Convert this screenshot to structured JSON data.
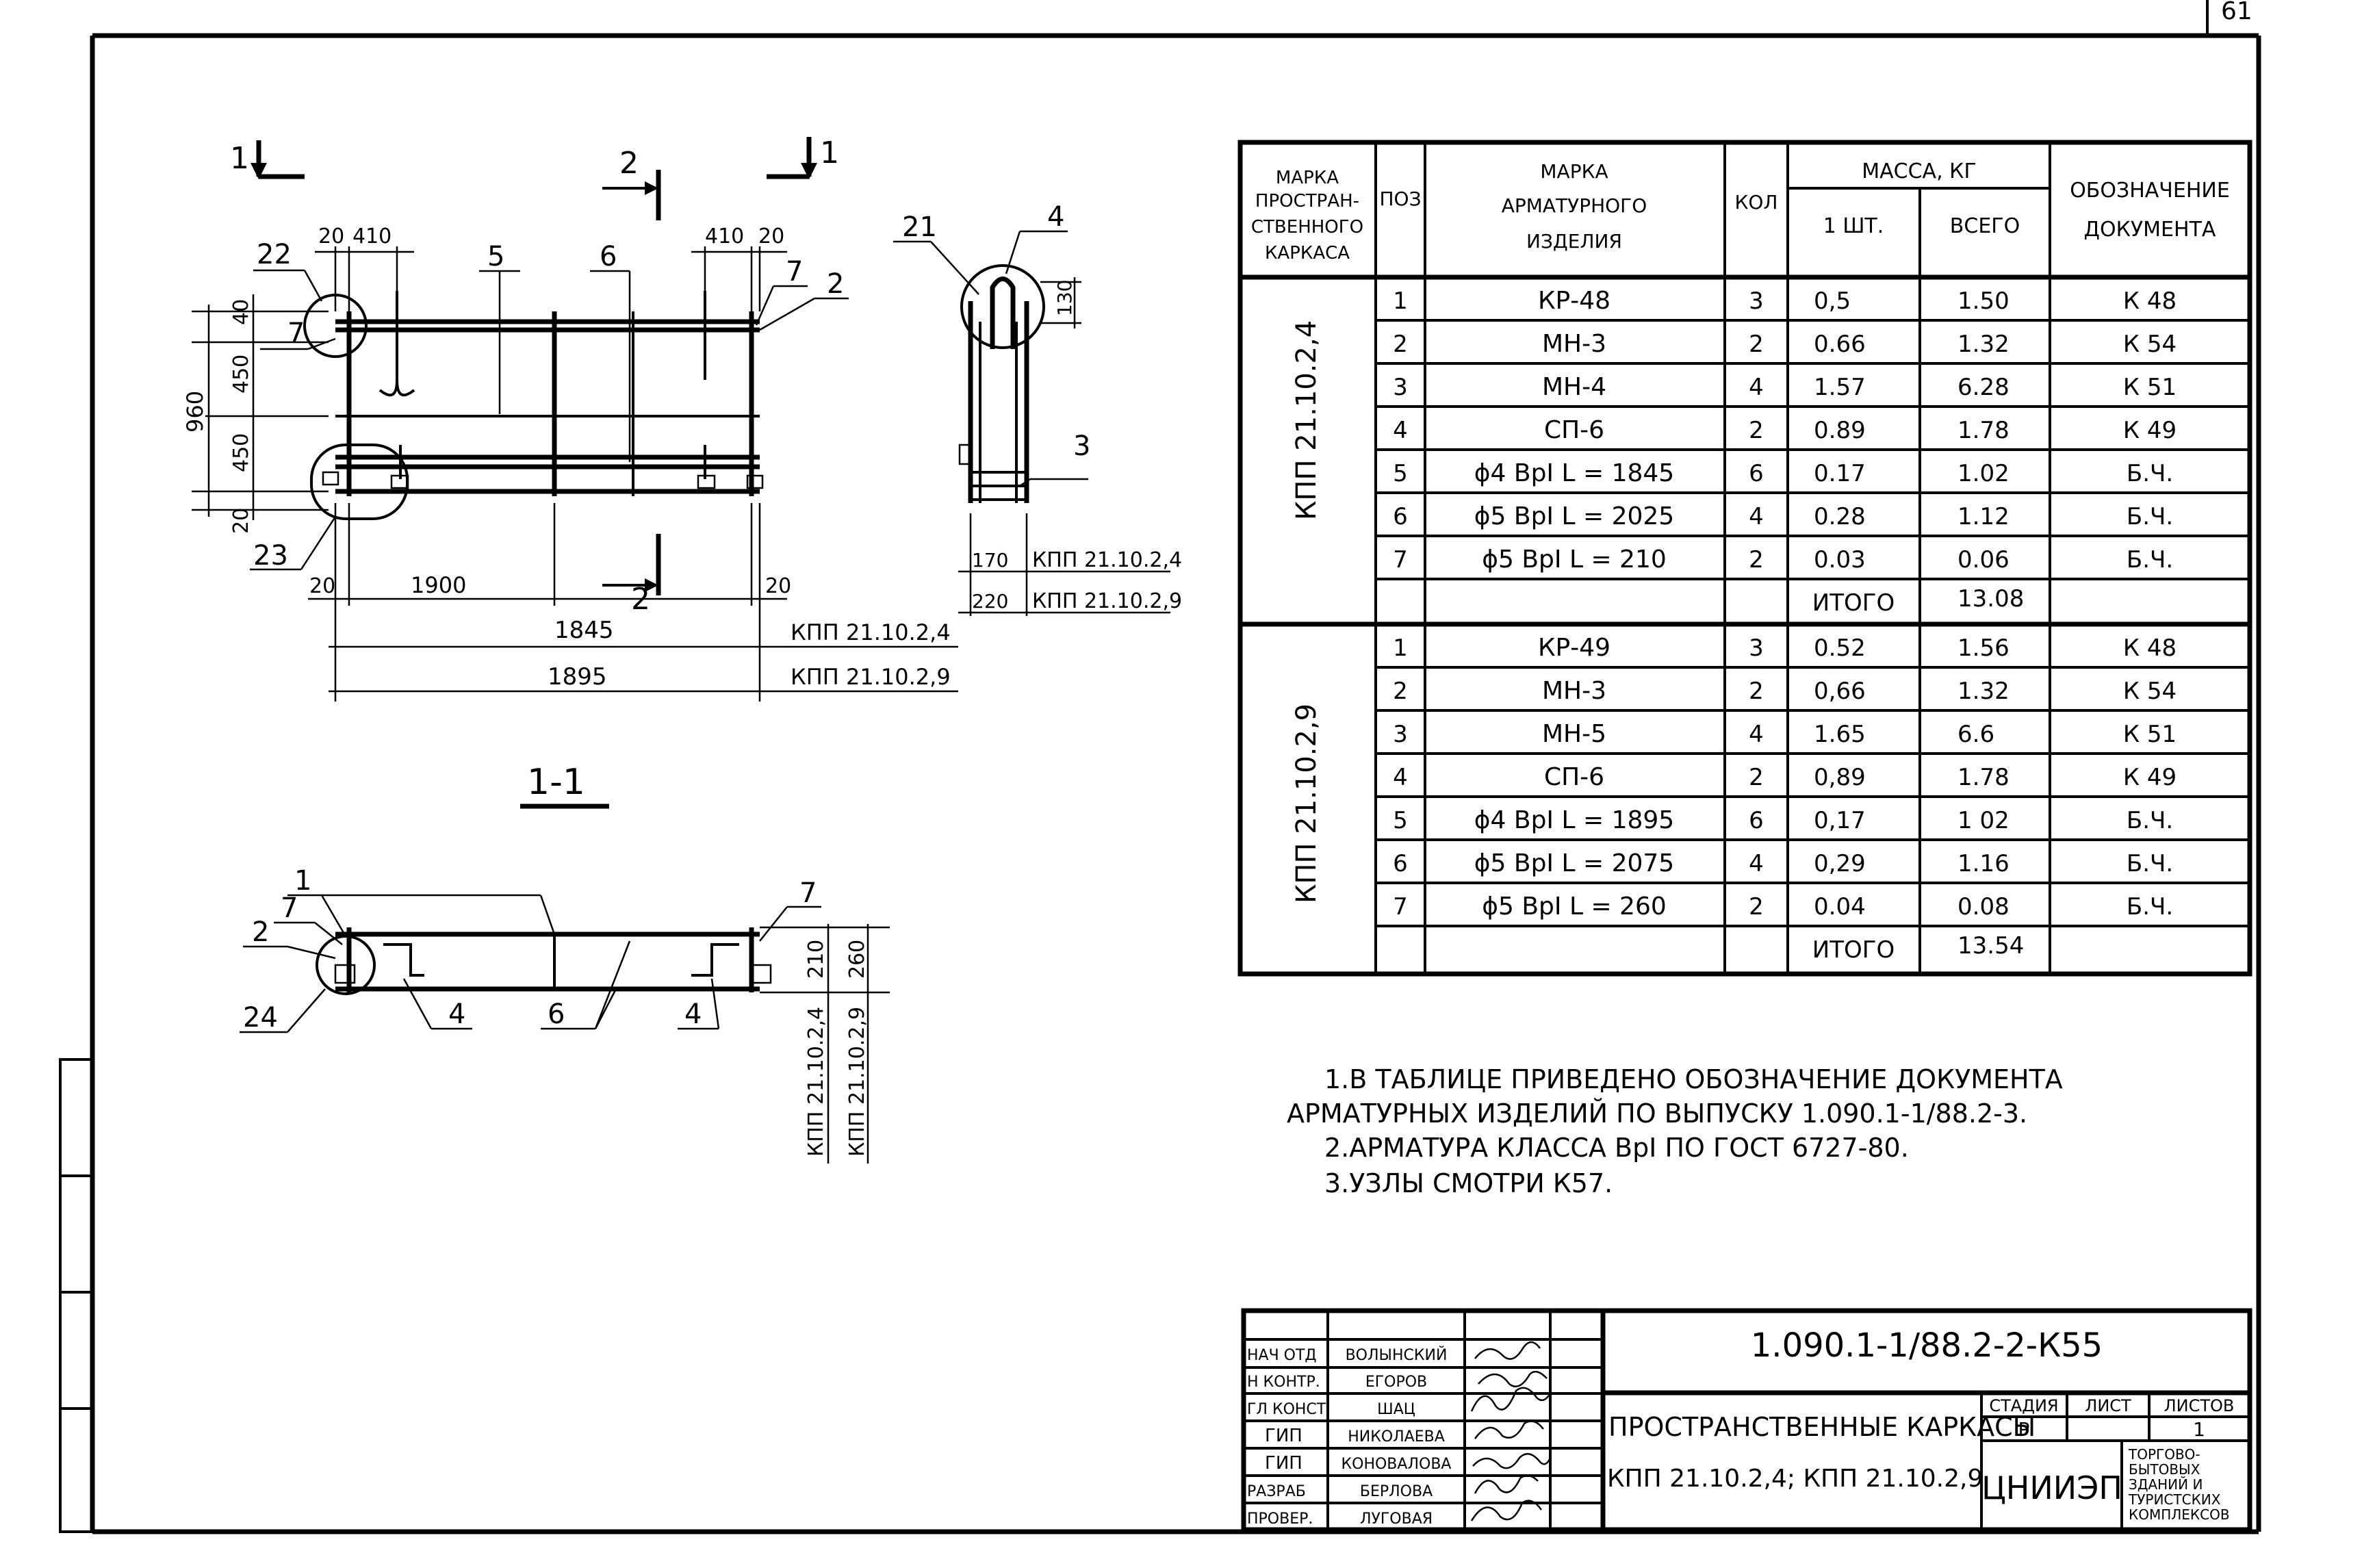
{
  "sheet_number": "61",
  "drawing": {
    "section_marks": {
      "s1": "1",
      "s2": "2"
    },
    "section_title": "1-1",
    "dims": {
      "d20": "20",
      "d410": "410",
      "d40": "40",
      "d450": "450",
      "d960": "960",
      "d1900": "1900",
      "d1845": "1845",
      "d1895": "1895",
      "d130": "130",
      "d170": "170",
      "d220": "220",
      "d210": "210",
      "d260": "260"
    },
    "positions": [
      "1",
      "2",
      "3",
      "4",
      "5",
      "6",
      "7",
      "21",
      "22",
      "23",
      "24"
    ],
    "frame_labels": {
      "a": "КПП 21.10.2,4",
      "b": "КПП 21.10.2,9"
    }
  },
  "table": {
    "headers": {
      "mark_spatial": [
        "МАРКА",
        "ПРОСТРАН-",
        "СТВЕННОГО",
        "КАРКАСА"
      ],
      "pos": "ПОЗ",
      "mark_item": [
        "МАРКА",
        "АРМАТУРНОГО",
        "ИЗДЕЛИЯ"
      ],
      "qty": "КОЛ",
      "mass": "МАССА, КГ",
      "mass_one": "1 ШТ.",
      "mass_total": "ВСЕГО",
      "doc": [
        "ОБОЗНАЧЕНИЕ",
        "ДОКУМЕНТА"
      ]
    },
    "groups": [
      {
        "frame": "КПП 21.10.2,4",
        "rows": [
          {
            "pos": "1",
            "item": "КР-48",
            "qty": "3",
            "one": "0,5",
            "total": "1.50",
            "doc": "К 48"
          },
          {
            "pos": "2",
            "item": "МН-3",
            "qty": "2",
            "one": "0.66",
            "total": "1.32",
            "doc": "К 54"
          },
          {
            "pos": "3",
            "item": "МН-4",
            "qty": "4",
            "one": "1.57",
            "total": "6.28",
            "doc": "К 51"
          },
          {
            "pos": "4",
            "item": "СП-6",
            "qty": "2",
            "one": "0.89",
            "total": "1.78",
            "doc": "К 49"
          },
          {
            "pos": "5",
            "item": "ϕ4 ВрI  L = 1845",
            "qty": "6",
            "one": "0.17",
            "total": "1.02",
            "doc": "Б.Ч."
          },
          {
            "pos": "6",
            "item": "ϕ5 ВрI  L = 2025",
            "qty": "4",
            "one": "0.28",
            "total": "1.12",
            "doc": "Б.Ч."
          },
          {
            "pos": "7",
            "item": "ϕ5 ВрI  L = 210",
            "qty": "2",
            "one": "0.03",
            "total": "0.06",
            "doc": "Б.Ч."
          }
        ],
        "total_label": "ИТОГО",
        "total": "13.08"
      },
      {
        "frame": "КПП 21.10.2,9",
        "rows": [
          {
            "pos": "1",
            "item": "КР-49",
            "qty": "3",
            "one": "0.52",
            "total": "1.56",
            "doc": "К 48"
          },
          {
            "pos": "2",
            "item": "МН-3",
            "qty": "2",
            "one": "0,66",
            "total": "1.32",
            "doc": "К 54"
          },
          {
            "pos": "3",
            "item": "МН-5",
            "qty": "4",
            "one": "1.65",
            "total": "6.6",
            "doc": "К 51"
          },
          {
            "pos": "4",
            "item": "СП-6",
            "qty": "2",
            "one": "0,89",
            "total": "1.78",
            "doc": "К 49"
          },
          {
            "pos": "5",
            "item": "ϕ4 ВрI  L = 1895",
            "qty": "6",
            "one": "0,17",
            "total": "1 02",
            "doc": "Б.Ч."
          },
          {
            "pos": "6",
            "item": "ϕ5 ВрI  L = 2075",
            "qty": "4",
            "one": "0,29",
            "total": "1.16",
            "doc": "Б.Ч."
          },
          {
            "pos": "7",
            "item": "ϕ5 ВрI  L = 260",
            "qty": "2",
            "one": "0.04",
            "total": "0.08",
            "doc": "Б.Ч."
          }
        ],
        "total_label": "ИТОГО",
        "total": "13.54"
      }
    ]
  },
  "notes": [
    "1.В ТАБЛИЦЕ ПРИВЕДЕНО ОБОЗНАЧЕНИЕ ДОКУМЕНТА",
    "АРМАТУРНЫХ ИЗДЕЛИЙ ПО ВЫПУСКУ 1.090.1-1/88.2-3.",
    "2.АРМАТУРА КЛАССА ВрI ПО ГОСТ 6727-80.",
    "3.УЗЛЫ СМОТРИ К57."
  ],
  "title_block": {
    "roles": [
      "НАЧ ОТД",
      "Н КОНТР.",
      "ГЛ КОНСТ",
      "ГИП",
      "ГИП",
      "РАЗРАБ",
      "ПРОВЕР."
    ],
    "names": [
      "ВОЛЫНСКИЙ",
      "ЕГОРОВ",
      "ШАЦ",
      "НИКОЛАЕВА",
      "КОНОВАЛОВА",
      "БЕРЛОВА",
      "ЛУГОВАЯ"
    ],
    "code": "1.090.1-1/88.2-2-К55",
    "title": "ПРОСТРАНСТВЕННЫЕ КАРКАСЫ",
    "subtitle": "КПП 21.10.2,4; КПП 21.10.2,9",
    "stage_h": "СТАДИЯ",
    "sheet_h": "ЛИСТ",
    "sheets_h": "ЛИСТОВ",
    "stage": "Р",
    "sheet": "1",
    "sheets": "",
    "org": "ЦНИИЭП",
    "org_desc": [
      "ТОРГОВО-",
      "БЫТОВЫХ",
      "ЗДАНИЙ И",
      "ТУРИСТСКИХ",
      "КОМПЛЕКСОВ"
    ]
  }
}
